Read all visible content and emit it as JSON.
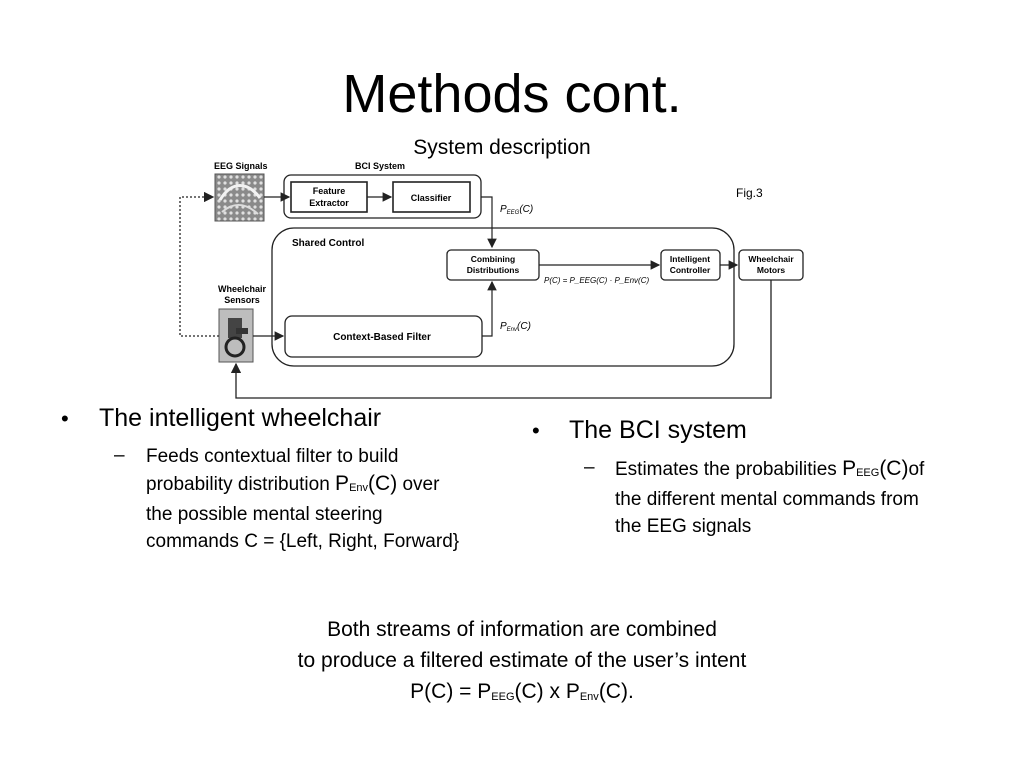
{
  "slide": {
    "title": "Methods cont.",
    "subtitle": "System description",
    "fig_label": "Fig.3"
  },
  "diagram": {
    "eeg_signals": "EEG Signals",
    "bci_system": "BCI  System",
    "feature_extractor": [
      "Feature",
      "Extractor"
    ],
    "classifier": "Classifier",
    "p_eeg": [
      "P",
      "EEG",
      "(C)"
    ],
    "shared_control": "Shared Control",
    "combining": [
      "Combining",
      "Distributions"
    ],
    "intelligent_controller": [
      "Intelligent",
      "Controller"
    ],
    "wheelchair_motors": [
      "Wheelchair",
      "Motors"
    ],
    "wheelchair_sensors": [
      "Wheelchair",
      "Sensors"
    ],
    "context_filter": "Context-Based Filter",
    "p_env": [
      "P",
      "Env",
      "(C)"
    ],
    "equation": "P(C) = P_EEG(C) · P_Env(C)"
  },
  "left_column": {
    "bullet": "The intelligent wheelchair",
    "sub_lines": [
      "Feeds contextual filter to build",
      "probability distribution ",
      "the possible mental steering",
      "commands C = {Left, Right, Forward}"
    ],
    "p": "P",
    "p_sub": "Env",
    "p_arg": "(C)",
    "over": " over"
  },
  "right_column": {
    "bullet": "The BCI system",
    "sub_line1_pre": "Estimates the probabilities ",
    "p": "P",
    "p_sub": "EEG",
    "p_arg": "(C)",
    "sub_line1_post": "of",
    "sub_lines": [
      "the different mental commands from",
      "the EEG signals"
    ]
  },
  "bottom": {
    "line1": "Both streams of information are combined",
    "line2": "to produce a filtered estimate of the user’s intent",
    "eq_a": "P(C) = P",
    "eq_sub1": "EEG",
    "eq_b": "(C) x P",
    "eq_sub2": "Env",
    "eq_c": "(C)."
  }
}
